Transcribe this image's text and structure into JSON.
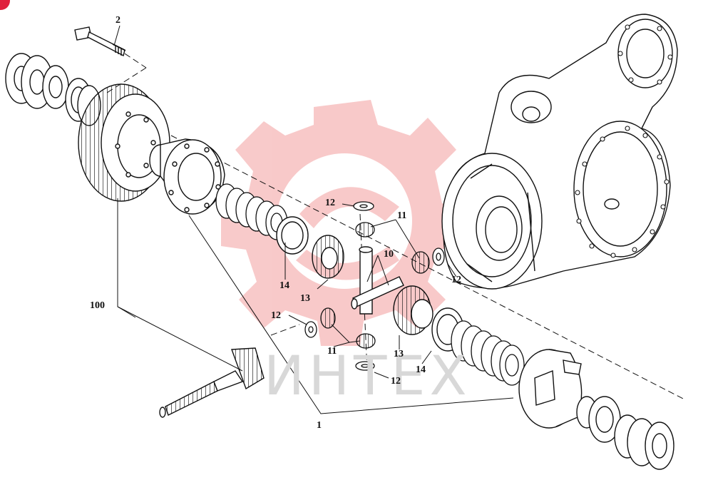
{
  "watermark": {
    "text": "ИНТЕХ",
    "color": "#f3b3b3"
  },
  "labels": {
    "l2": "2",
    "l100": "100",
    "l1": "1",
    "l10": "10",
    "l11a": "11",
    "l11b": "11",
    "l12a": "12",
    "l12b": "12",
    "l12c": "12",
    "l12d": "12",
    "l13a": "13",
    "l13b": "13",
    "l14a": "14",
    "l14b": "14"
  },
  "colors": {
    "line": "#111111",
    "accent": "#e0203c"
  }
}
